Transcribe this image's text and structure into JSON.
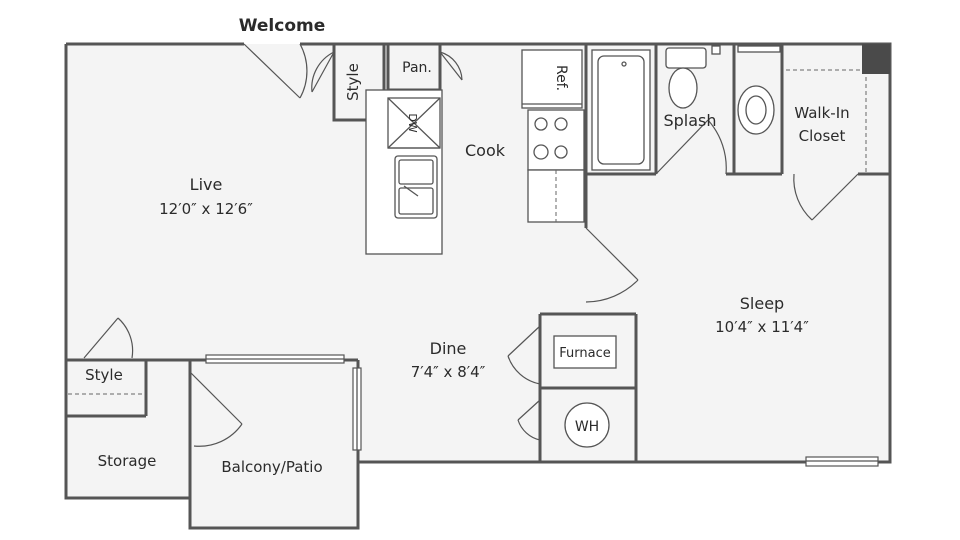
{
  "entry_label": "Welcome",
  "rooms": {
    "live": {
      "name": "Live",
      "size": "12′0″ x 12′6″"
    },
    "dine": {
      "name": "Dine",
      "size": "7′4″ x 8′4″"
    },
    "sleep": {
      "name": "Sleep",
      "size": "10′4″ x 11′4″"
    },
    "cook": {
      "name": "Cook"
    },
    "splash": {
      "name": "Splash"
    },
    "walkin": {
      "name_line1": "Walk-In",
      "name_line2": "Closet"
    },
    "storage": {
      "name": "Storage"
    },
    "balcony": {
      "name": "Balcony/Patio"
    },
    "style_top": {
      "name": "Style"
    },
    "style_left": {
      "name": "Style"
    },
    "pantry": {
      "name": "Pan."
    }
  },
  "appliances": {
    "refrigerator": "Ref.",
    "dishwasher": "DW",
    "furnace": "Furnace",
    "water_heater": "WH"
  },
  "colors": {
    "wall": "#555555",
    "floor": "#f4f4f4",
    "accent_block": "#4a4a4a"
  }
}
